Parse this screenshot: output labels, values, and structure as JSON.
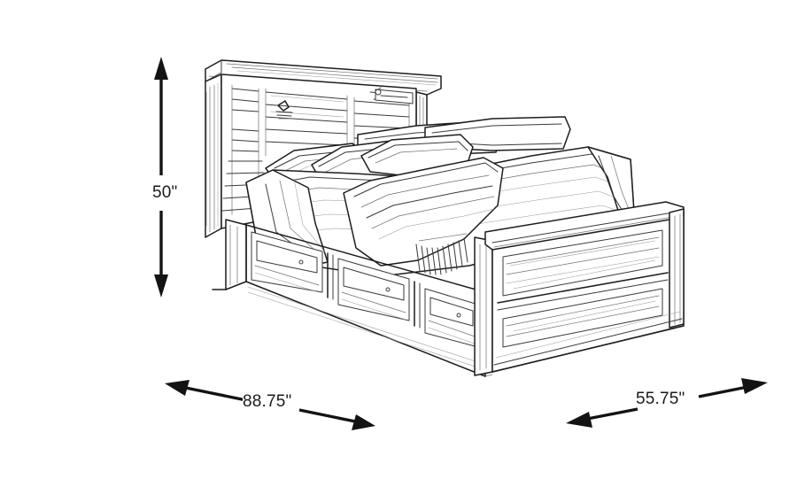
{
  "figure": {
    "title": "Storage bed dimension diagram",
    "subject": "storage-platform-bed",
    "style": "black-and-white line drawing",
    "background_color": "#ffffff",
    "line_color": "#1a1a1a"
  },
  "dimensions": {
    "height": {
      "name": "height",
      "value": 50,
      "unit": "inches",
      "label": "50\"",
      "orientation": "vertical",
      "arrow": "double-headed",
      "position": "left of headboard"
    },
    "length": {
      "name": "length",
      "value": 88.75,
      "unit": "inches",
      "label": "88.75\"",
      "orientation": "diagonal-down-right",
      "arrow": "double-headed",
      "position": "bottom left"
    },
    "width": {
      "name": "width",
      "value": 55.75,
      "unit": "inches",
      "label": "55.75\"",
      "orientation": "diagonal-up-right",
      "arrow": "double-headed",
      "position": "bottom right"
    }
  },
  "furniture": {
    "type": "bed",
    "features": [
      "slatted bookcase headboard",
      "storage drawers in side rail",
      "panel footboard",
      "four pillows",
      "duvet",
      "fringed throw blanket"
    ]
  }
}
